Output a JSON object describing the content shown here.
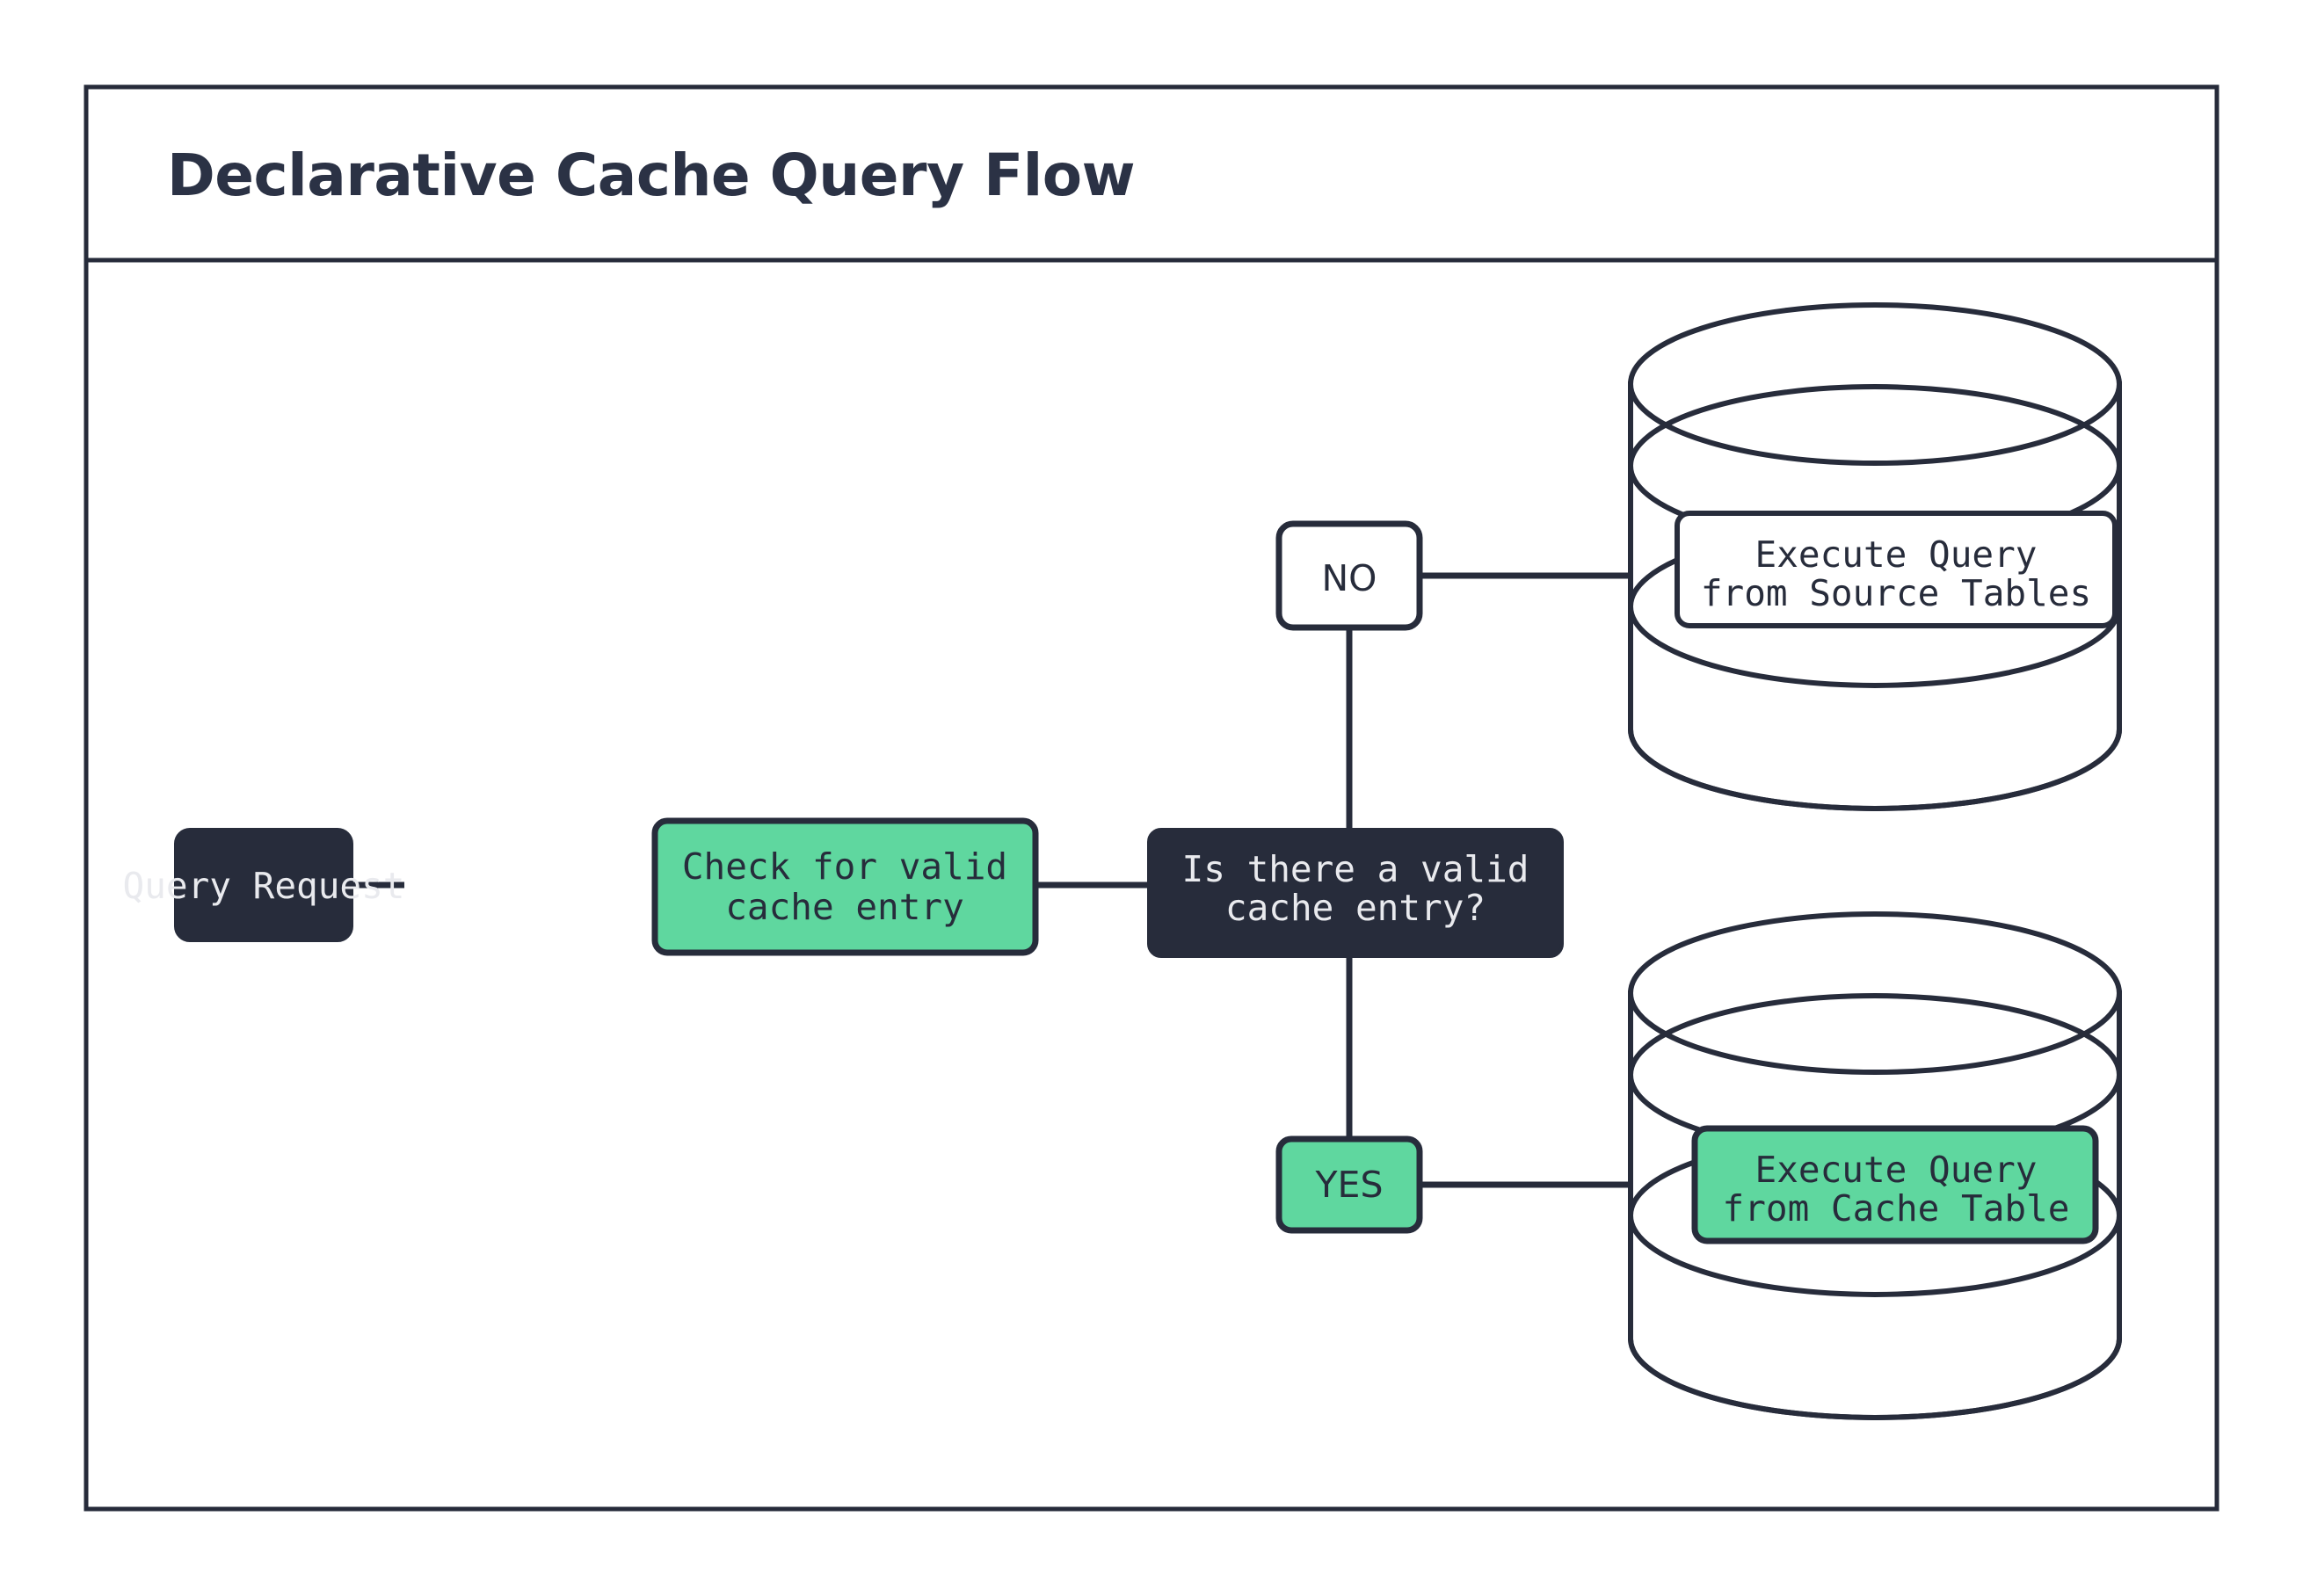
{
  "diagram": {
    "title": "Declarative Cache Query Flow",
    "type": "flowchart",
    "colors": {
      "accent_green": "#5FD79F",
      "dark_navy": "#272C3B",
      "canvas": "#FFFFFF",
      "light_text": "#E9EAEE"
    },
    "nodes": {
      "query_request": {
        "label": "Query Request",
        "style": "dark-fill"
      },
      "check_cache": {
        "label_line1": "Check for valid",
        "label_line2": "cache entry",
        "style": "green-fill"
      },
      "decision": {
        "label_line1": "Is there a valid",
        "label_line2": "cache entry?",
        "style": "dark-fill"
      },
      "branch_no": {
        "label": "NO",
        "style": "white-fill"
      },
      "branch_yes": {
        "label": "YES",
        "style": "green-fill"
      },
      "source_tables": {
        "label_line1": "Execute Query",
        "label_line2": "from Source Tables",
        "style": "white-fill",
        "container": "database-cylinder"
      },
      "cache_table": {
        "label_line1": "Execute Query",
        "label_line2": "from Cache Table",
        "style": "green-fill",
        "container": "database-cylinder"
      }
    },
    "edges": [
      {
        "from": "query_request",
        "to": "check_cache"
      },
      {
        "from": "check_cache",
        "to": "decision"
      },
      {
        "from": "decision",
        "to": "branch_no"
      },
      {
        "from": "decision",
        "to": "branch_yes"
      },
      {
        "from": "branch_no",
        "to": "source_tables"
      },
      {
        "from": "branch_yes",
        "to": "cache_table"
      }
    ]
  }
}
